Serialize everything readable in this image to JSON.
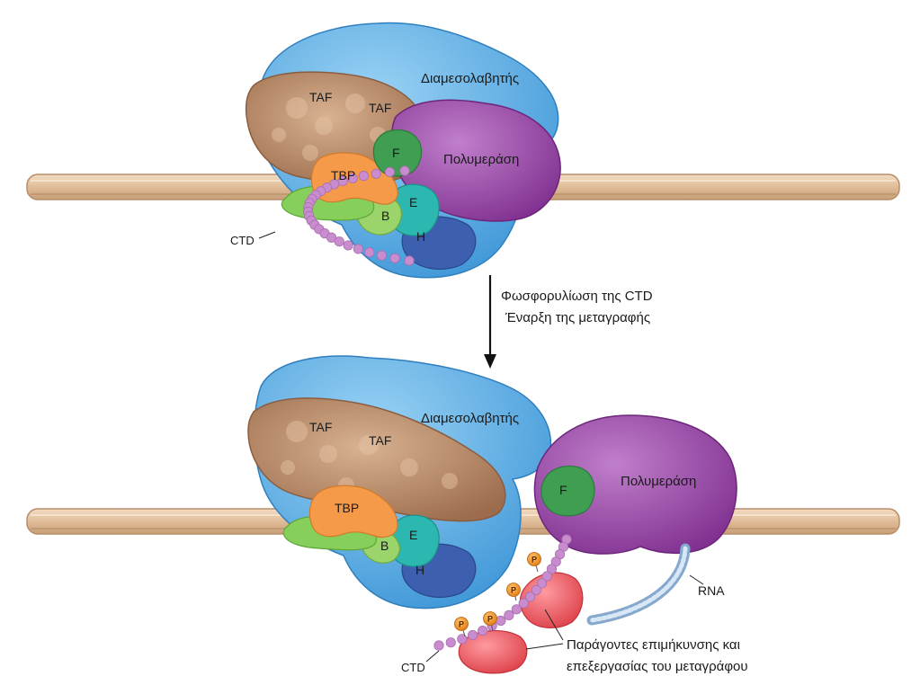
{
  "top_complex": {
    "taf_1": "TAF",
    "taf_2": "TAF",
    "mediator": "Διαμεσολαβητής",
    "polymerase": "Πολυμεράση",
    "tbp": "TBP",
    "factor_f": "F",
    "factor_e": "E",
    "factor_b": "B",
    "factor_h": "H",
    "ctd": "CTD"
  },
  "transition": {
    "line_1": "Φωσφορυλίωση της CTD",
    "line_2": "Έναρξη της μεταγραφής"
  },
  "bottom_complex": {
    "taf_1": "TAF",
    "taf_2": "TAF",
    "mediator": "Διαμεσολαβητής",
    "polymerase": "Πολυμεράση",
    "tbp": "TBP",
    "factor_f": "F",
    "factor_e": "E",
    "factor_b": "B",
    "factor_h": "H",
    "ctd": "CTD",
    "rna": "RNA",
    "phosphate": "P",
    "elongation_line_1": "Παράγοντες επιμήκυνσης και",
    "elongation_line_2": "επεξεργασίας του μεταγράφου"
  },
  "colors": {
    "dna": "#e3c3a0",
    "mediator": "#5fb0e6",
    "taf": "#b58664",
    "polymerase": "#9a45a6",
    "tbp": "#f59a48",
    "factor_f": "#3f9e52",
    "factor_e": "#2cb8b0",
    "factor_b": "#9bd46a",
    "factor_h": "#3d5fb0",
    "ctd_bead": "#c98dcf",
    "phosphate": "#ef8f1f",
    "elongation_factor": "#e8505a",
    "rna": "#a9c6e3"
  }
}
